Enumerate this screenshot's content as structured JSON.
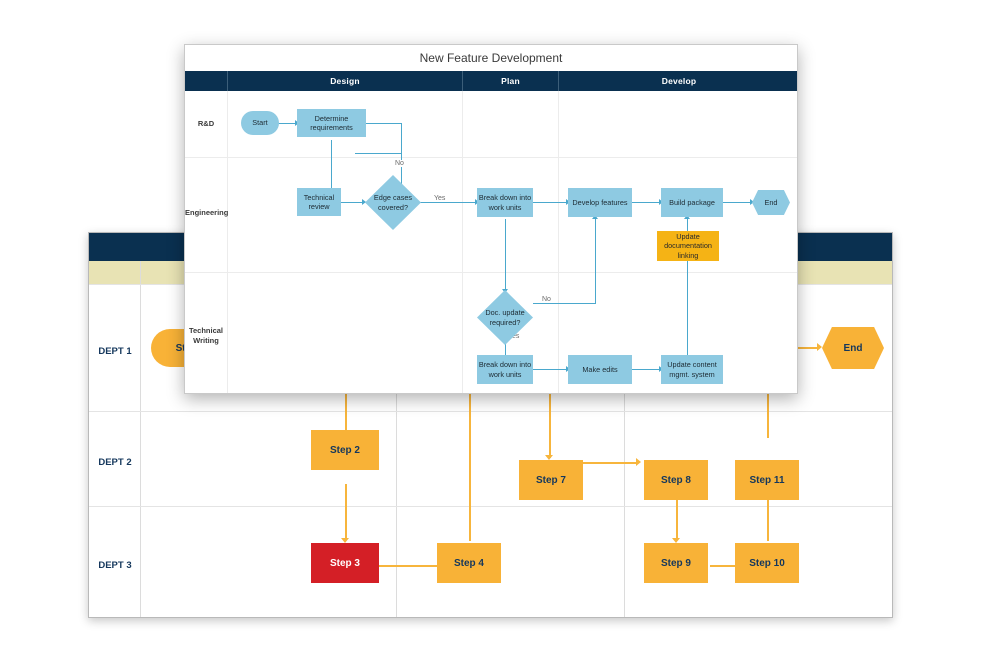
{
  "back_diagram": {
    "name": "department-swimlane-diagram",
    "header_color": "#0a3050",
    "subheader_color": "#e8e3b4",
    "accent_color": "#f8b237",
    "alert_color": "#d41f26",
    "lanes": [
      {
        "label": "DEPT 1"
      },
      {
        "label": "DEPT 2"
      },
      {
        "label": "DEPT 3"
      }
    ],
    "nodes": [
      {
        "id": "start",
        "label": "Start",
        "shape": "round"
      },
      {
        "id": "step2",
        "label": "Step 2",
        "shape": "rect"
      },
      {
        "id": "step3",
        "label": "Step 3",
        "shape": "rect",
        "state": "red"
      },
      {
        "id": "step4",
        "label": "Step 4",
        "shape": "rect"
      },
      {
        "id": "step7",
        "label": "Step 7",
        "shape": "rect"
      },
      {
        "id": "step8",
        "label": "Step 8",
        "shape": "rect"
      },
      {
        "id": "step9",
        "label": "Step 9",
        "shape": "rect"
      },
      {
        "id": "step10",
        "label": "Step 10",
        "shape": "rect"
      },
      {
        "id": "step11",
        "label": "Step 11",
        "shape": "rect"
      },
      {
        "id": "end",
        "label": "End",
        "shape": "hex"
      }
    ]
  },
  "front_diagram": {
    "title": "New Feature Development",
    "header_color": "#0a3050",
    "shape_color": "#8ecae2",
    "highlight_color": "#f5b315",
    "connector_color": "#4aa8cd",
    "columns": [
      {
        "label": ""
      },
      {
        "label": "Design"
      },
      {
        "label": "Plan"
      },
      {
        "label": "Develop"
      }
    ],
    "lanes": [
      {
        "label": "R&D"
      },
      {
        "label": "Engineering"
      },
      {
        "label": "Technical Writing"
      }
    ],
    "nodes": [
      {
        "id": "start",
        "label": "Start",
        "shape": "round",
        "lane": "R&D"
      },
      {
        "id": "determ",
        "label": "Determine requirements",
        "shape": "rect",
        "lane": "R&D"
      },
      {
        "id": "techrev",
        "label": "Technical review",
        "shape": "rect",
        "lane": "Engineering"
      },
      {
        "id": "edge",
        "label": "Edge cases covered?",
        "shape": "diamond",
        "lane": "Engineering"
      },
      {
        "id": "bdwu1",
        "label": "Break down into work units",
        "shape": "rect",
        "lane": "Engineering"
      },
      {
        "id": "devfeat",
        "label": "Develop features",
        "shape": "rect",
        "lane": "Engineering"
      },
      {
        "id": "buildpkg",
        "label": "Build package",
        "shape": "rect",
        "lane": "Engineering"
      },
      {
        "id": "end",
        "label": "End",
        "shape": "hex",
        "lane": "Engineering"
      },
      {
        "id": "updoc",
        "label": "Update documentation linking",
        "shape": "rect",
        "lane": "Engineering",
        "state": "highlight"
      },
      {
        "id": "docreq",
        "label": "Doc. update required?",
        "shape": "diamond",
        "lane": "Technical Writing"
      },
      {
        "id": "bdwu2",
        "label": "Break down into work units",
        "shape": "rect",
        "lane": "Technical Writing"
      },
      {
        "id": "edits",
        "label": "Make edits",
        "shape": "rect",
        "lane": "Technical Writing"
      },
      {
        "id": "cms",
        "label": "Update content mgmt. system",
        "shape": "rect",
        "lane": "Technical Writing"
      }
    ],
    "edge_labels": [
      {
        "id": "no-edge",
        "label": "No"
      },
      {
        "id": "yes-edge",
        "label": "Yes"
      },
      {
        "id": "no-doc",
        "label": "No"
      },
      {
        "id": "yes-doc",
        "label": "Yes"
      }
    ]
  }
}
